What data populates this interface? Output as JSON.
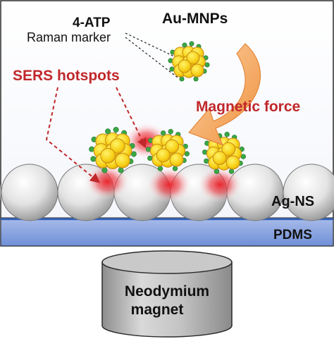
{
  "labels": {
    "raman_marker_name": "4-ATP",
    "raman_marker_caption": "Raman marker",
    "nanoparticles": "Au-MNPs",
    "hotspots": "SERS hotspots",
    "force": "Magnetic force",
    "nanospheres": "Ag-NS",
    "substrate": "PDMS",
    "magnet_line1": "Neodymium",
    "magnet_line2": "magnet"
  },
  "colors": {
    "hotspot_text": "#c0282b",
    "force_text": "#c0282b",
    "force_arrow": "#f2a55a",
    "particle_fill": "#f7d21d",
    "particle_stroke": "#c98a12",
    "marker_dot": "#3aa845",
    "hotspot_glow": "#e8202a",
    "substrate_top": "#b9c7ef",
    "substrate_body": "#3f6ec6",
    "sphere_fill": "#e6e6e6",
    "magnet_fill": "#bdbdbd"
  }
}
